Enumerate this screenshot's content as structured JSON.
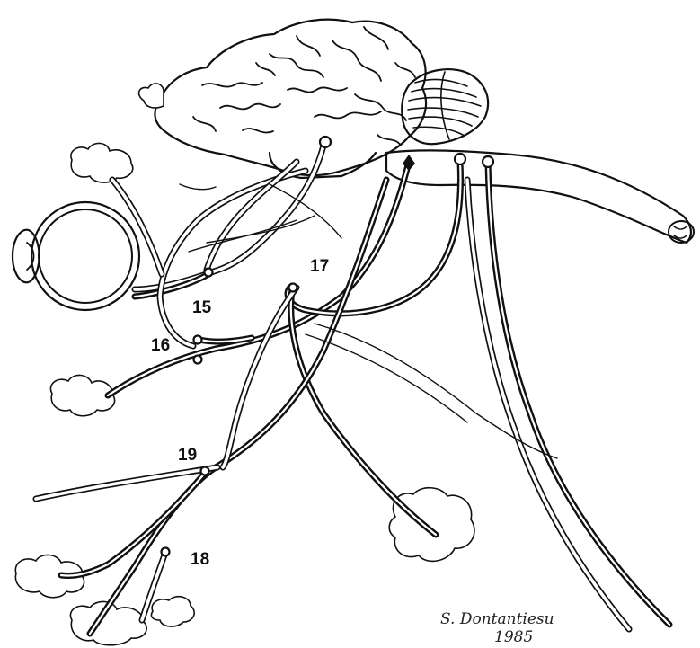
{
  "labels": {
    "n15": "15",
    "n16": "16",
    "n17": "17",
    "n18": "18",
    "n19": "19"
  },
  "signature": {
    "name": "S. Dontantiesu",
    "year": "1985"
  },
  "colors": {
    "ink": "#111111",
    "paper": "#ffffff"
  }
}
